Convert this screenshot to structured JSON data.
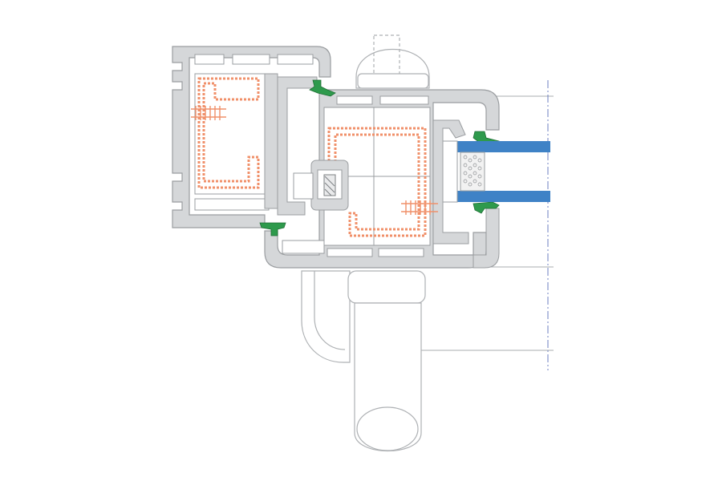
{
  "diagram": {
    "type": "window-profile-cross-section",
    "colors": {
      "background": "#ffffff",
      "profile_fill": "#d5d7d9",
      "profile_stroke": "#9a9da0",
      "chamber_fill": "#ffffff",
      "reinforcement": "#f0906a",
      "gasket": "#2e9a4c",
      "glass": "#3f82c6",
      "handle_stroke": "#aeb1b4",
      "reference_line": "#a9acaf",
      "axis_line": "#6d7fc0",
      "spacer": "#f2f2f2"
    },
    "components": [
      "frame-profile",
      "sash-profile",
      "steel-reinforcement-frame",
      "steel-reinforcement-sash",
      "sealing-gaskets",
      "double-glazing",
      "glazing-spacer",
      "glazing-bead",
      "hardware-locking-cam",
      "window-handle",
      "reference-lines",
      "center-axis"
    ]
  }
}
